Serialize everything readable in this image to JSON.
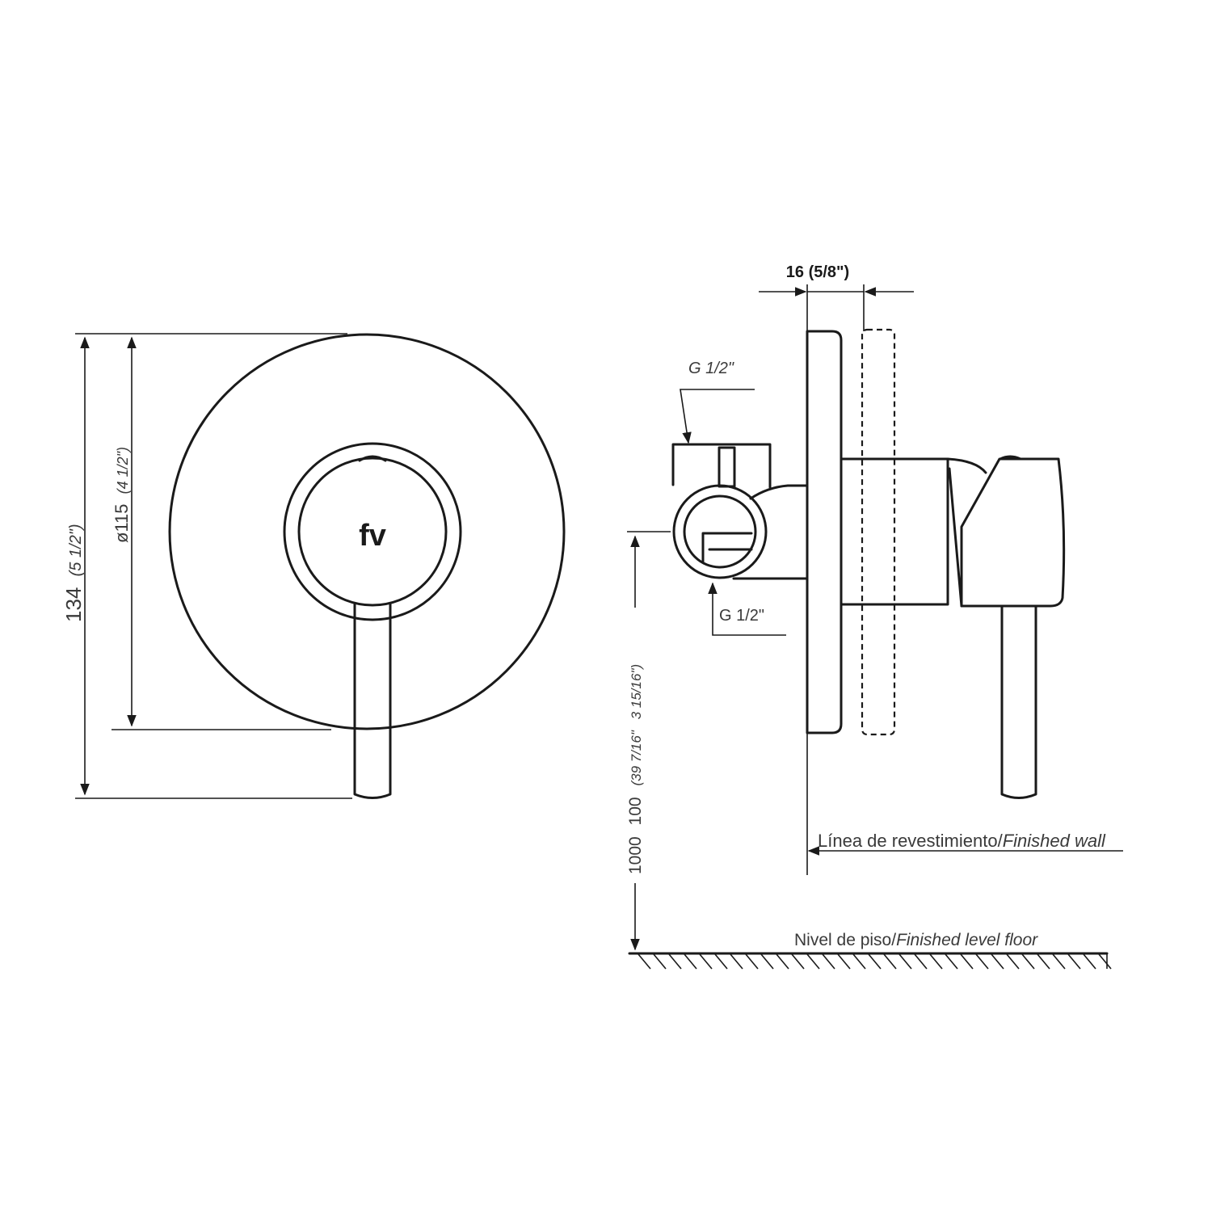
{
  "front_view": {
    "logo_text": "fv",
    "dim_height": {
      "value": "134",
      "imperial": "(5 1/2\")"
    },
    "dim_diameter": {
      "value": "ø115",
      "imperial": "(4 1/2\")"
    }
  },
  "side_view": {
    "dim_depth": "16 (5/8\")",
    "thread_top": "G 1/2\"",
    "thread_bottom": "G 1/2\"",
    "finished_wall": {
      "es": "Línea de revestimiento/",
      "en": "Finished wall"
    },
    "floor_level": {
      "es": "Nivel de piso/",
      "en": "Finished level floor"
    },
    "dim_mount_height": {
      "mm_1": "1000",
      "mm_2": "100",
      "in_1": "(39 7/16\"",
      "in_2": "3 15/16\")"
    }
  }
}
